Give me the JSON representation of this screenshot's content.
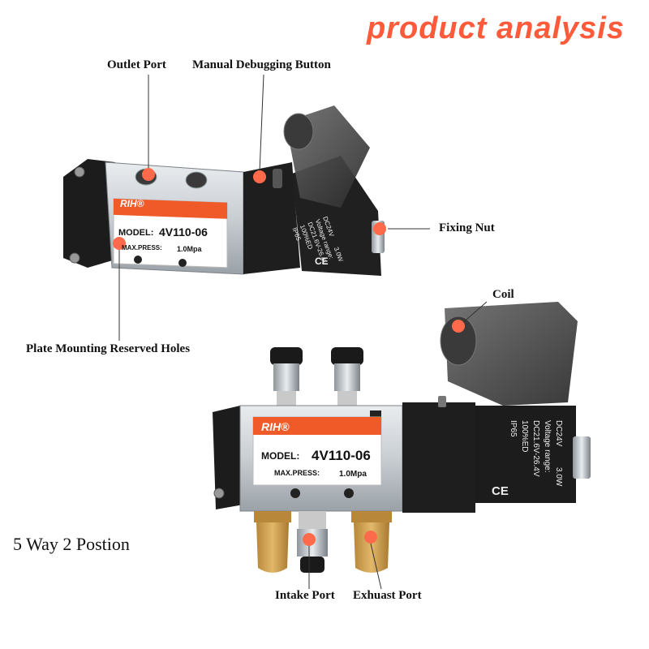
{
  "header": {
    "title": "product analysis"
  },
  "callouts": {
    "outlet_port": "Outlet Port",
    "manual_button": "Manual Debugging Button",
    "fixing_nut": "Fixing Nut",
    "plate_holes": "Plate Mounting Reserved Holes",
    "coil": "Coil",
    "intake_port": "Intake Port",
    "exhaust_port": "Exhuast Port"
  },
  "caption": "5 Way 2 Postion",
  "valve_top": {
    "brand": "RIH",
    "model_label": "MODEL:",
    "model": "4V110-06",
    "pressure_label": "MAX.PRESS:",
    "pressure": "1.0Mpa",
    "coil_specs": [
      "DC24V",
      "3.0W",
      "Voltage range:",
      "DC21.6V-26.4V",
      "100%ED",
      "IP65"
    ]
  },
  "valve_bottom": {
    "brand": "RIH",
    "model_label": "MODEL:",
    "model": "4V110-06",
    "pressure_label": "MAX.PRESS:",
    "pressure": "1.0Mpa",
    "coil_specs": [
      "DC24V",
      "3.0W",
      "Voltage range:",
      "DC21.6V-26.4V",
      "100%ED",
      "IP65"
    ]
  },
  "colors": {
    "accent": "#ff5a3a",
    "marker": "#ff6a4a",
    "label_band": "#f05a28"
  }
}
